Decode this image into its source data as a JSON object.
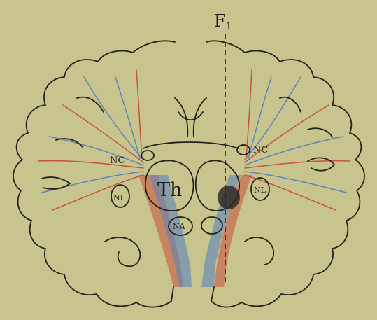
{
  "labels": {
    "f1": "F",
    "f1_sub": "1",
    "nc_left": "NC",
    "nc_right": "NC",
    "th": "Th",
    "nl_left": "NL",
    "nl_right": "NL",
    "na": "NA"
  },
  "colors": {
    "background": "#c8c48e",
    "outline": "#24201c",
    "red_fibers": "#c9503c",
    "blue_fibers": "#5c84b8"
  }
}
